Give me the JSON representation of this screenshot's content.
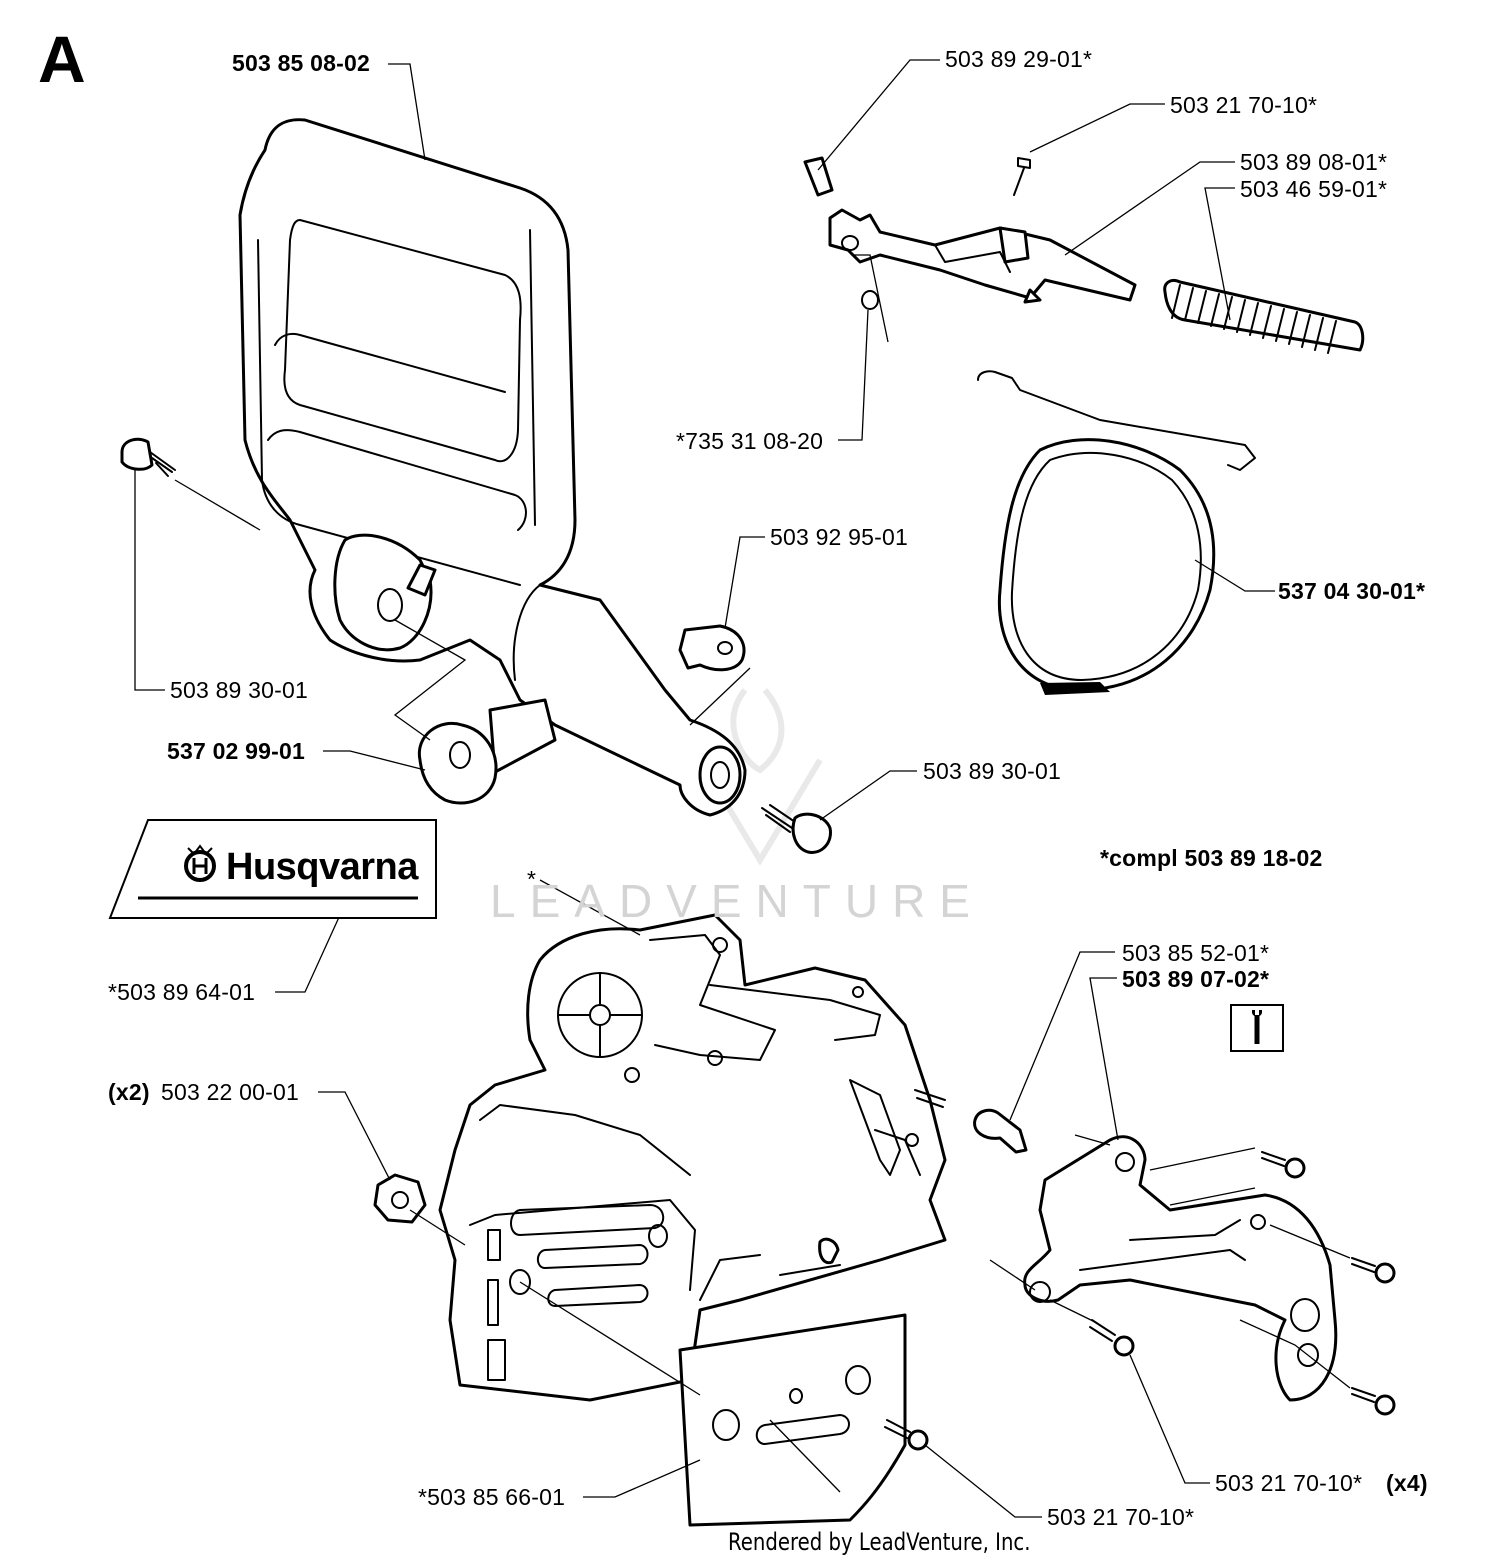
{
  "section_letter": "A",
  "watermark": "LEADVENTURE",
  "footer": "Rendered by LeadVenture, Inc.",
  "decal": {
    "brand": "Husqvarna",
    "logo": "husqvarna-crown-logo"
  },
  "kit_note": "*compl 503 89 18-02",
  "tool_icon": "wrench-icon",
  "labels": {
    "hand_guard": "503 85 08-02",
    "pin": "503 89 29-01*",
    "screw_top": "503 21 70-10*",
    "link_a": "503 89 08-01*",
    "link_b": "503 46 59-01*",
    "retaining_ring": "*735 31 08-20",
    "washer_spring": "503 92 95-01",
    "brake_band": "537 04 30-01*",
    "screw_left": "503 89 30-01",
    "bushing": "537 02 99-01",
    "screw_right": "503 89 30-01",
    "decal_part": "*503 89 64-01",
    "cover_star": "*",
    "stud": "503 85 52-01*",
    "guard_plate": "503 89 07-02*",
    "nut_qty": "(x2)",
    "nut": "503 22 00-01",
    "bar_plate": "*503 85 66-01",
    "screws_x4": "503 21 70-10*",
    "screws_x4_qty": "(x4)",
    "screw_bottom": "503 21 70-10*"
  }
}
